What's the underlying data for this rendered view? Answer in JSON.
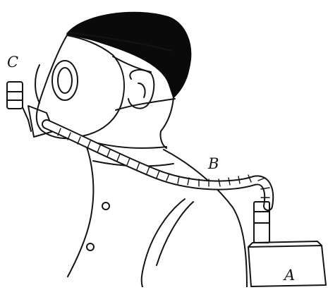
{
  "labels": {
    "c": "C",
    "b": "B",
    "a": "A"
  },
  "colors": {
    "ink": "#141414",
    "hair": "#0a0a0a",
    "paper": "#ffffff"
  }
}
